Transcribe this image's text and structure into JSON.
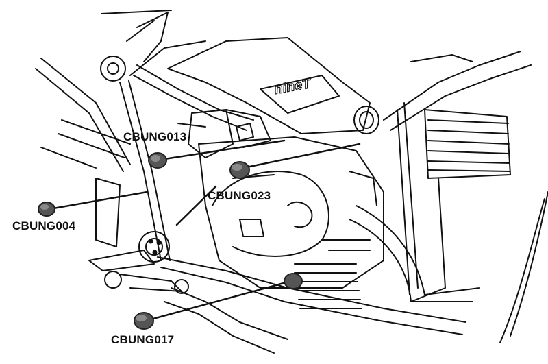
{
  "diagram": {
    "brand_badge": "nineT",
    "callouts": [
      {
        "id": "CBUNG013",
        "label": "CBUNG013"
      },
      {
        "id": "CBUNG023",
        "label": "CBUNG023"
      },
      {
        "id": "CBUNG004",
        "label": "CBUNG004"
      },
      {
        "id": "CBUNG017",
        "label": "CBUNG017"
      }
    ],
    "colors": {
      "line": "#111111",
      "bung_fill": "#555555",
      "bung_rim": "#222222",
      "background": "#ffffff"
    }
  }
}
